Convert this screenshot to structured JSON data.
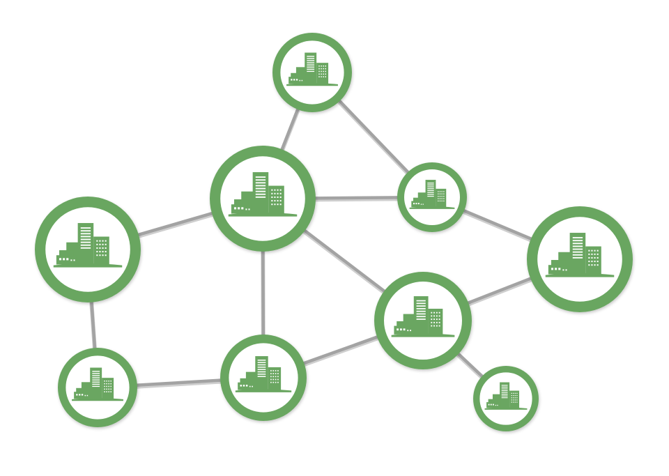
{
  "diagram": {
    "type": "network",
    "node_icon": "office-buildings-icon",
    "colors": {
      "background": "#ffffff",
      "node_ring": "#69a660",
      "node_fill": "#ffffff",
      "icon": "#6aa661",
      "link": "#a3a3a3",
      "link_shadow": "#cfcfcf"
    },
    "nodes": [
      {
        "id": "n-top"
      },
      {
        "id": "n-center"
      },
      {
        "id": "n-mid-right"
      },
      {
        "id": "n-left"
      },
      {
        "id": "n-far-right"
      },
      {
        "id": "n-hub-right"
      },
      {
        "id": "n-bottom-left"
      },
      {
        "id": "n-bottom-center"
      },
      {
        "id": "n-bottom-right"
      }
    ],
    "links": [
      [
        "n-top",
        "n-center"
      ],
      [
        "n-top",
        "n-mid-right"
      ],
      [
        "n-center",
        "n-mid-right"
      ],
      [
        "n-center",
        "n-left"
      ],
      [
        "n-center",
        "n-bottom-center"
      ],
      [
        "n-center",
        "n-hub-right"
      ],
      [
        "n-mid-right",
        "n-far-right"
      ],
      [
        "n-far-right",
        "n-hub-right"
      ],
      [
        "n-hub-right",
        "n-bottom-center"
      ],
      [
        "n-hub-right",
        "n-bottom-right"
      ],
      [
        "n-left",
        "n-bottom-left"
      ],
      [
        "n-bottom-left",
        "n-bottom-center"
      ]
    ]
  }
}
